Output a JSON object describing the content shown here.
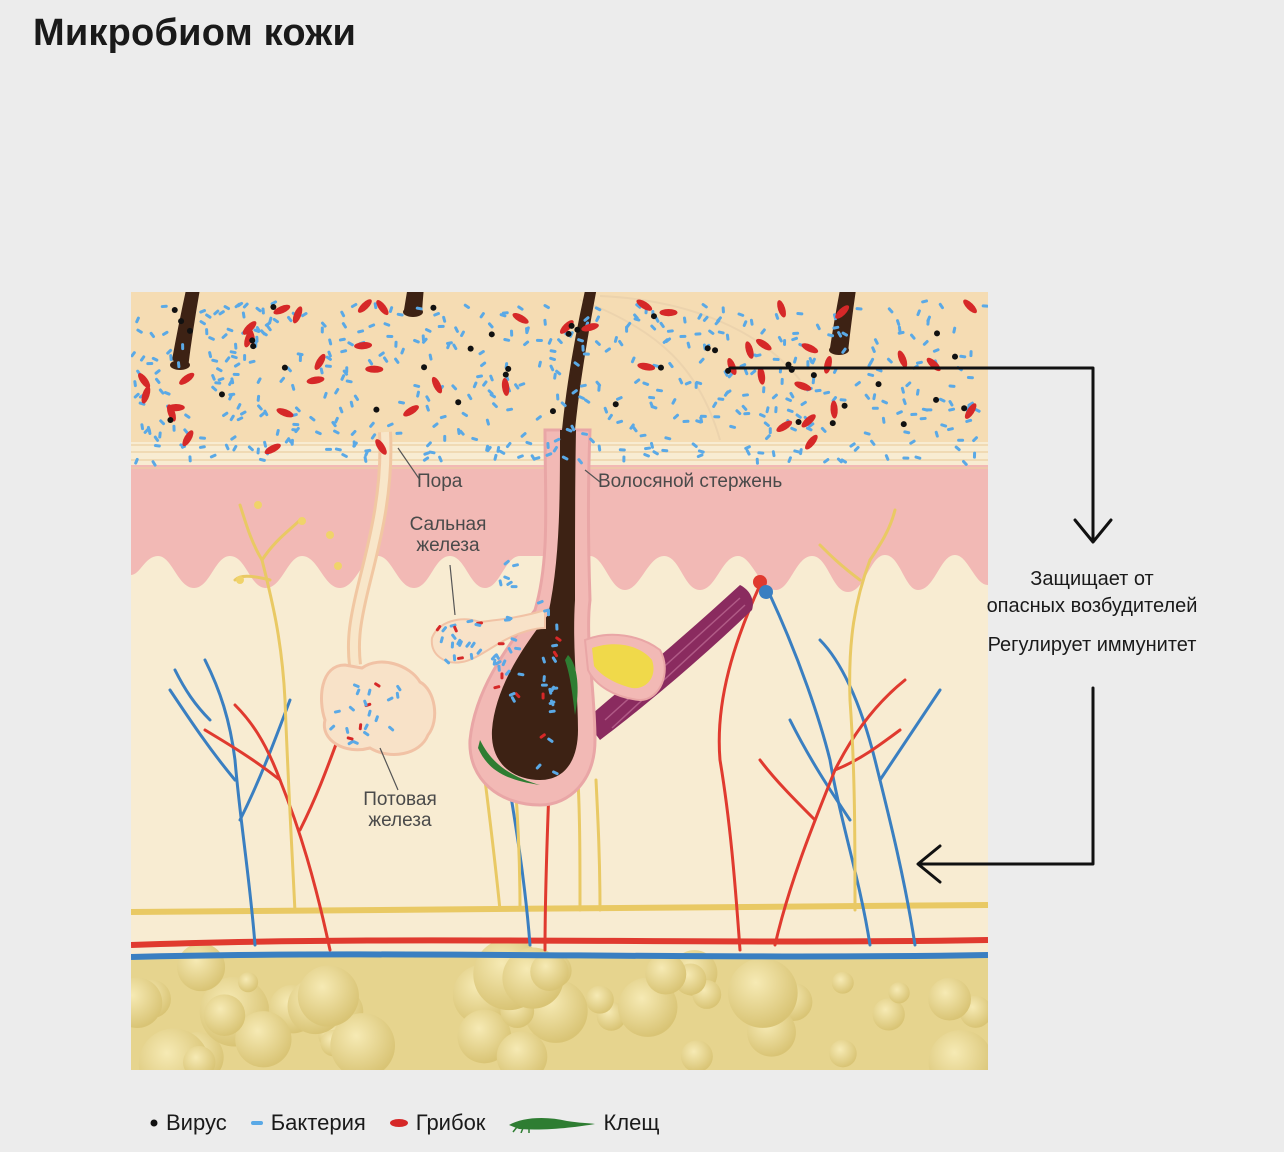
{
  "title": "Микробиом кожи",
  "labels": {
    "pore": "Пора",
    "hair_shaft": "Волосяной стержень",
    "sebaceous_line1": "Сальная",
    "sebaceous_line2": "железа",
    "sweat_line1": "Потовая",
    "sweat_line2": "железа"
  },
  "side_notes": {
    "line1": "Защищает от",
    "line2": "опасных возбудителей",
    "line3": "Регулирует иммунитет"
  },
  "legend": [
    {
      "label": "Вирус",
      "icon": "black-dot-icon",
      "color": "#111111"
    },
    {
      "label": "Бактерия",
      "icon": "blue-dash-icon",
      "color": "#5aa9e6"
    },
    {
      "label": "Грибок",
      "icon": "red-oval-icon",
      "color": "#d62828"
    },
    {
      "label": "Клещ",
      "icon": "green-mite-icon",
      "color": "#2e7d32"
    }
  ],
  "colors": {
    "epidermis": "#f5dcb3",
    "dermis_pink": "#f2b9b5",
    "dermis": "#f8ecd2",
    "fat": "#e6d48e",
    "hair": "#3d2214",
    "artery": "#e03a2f",
    "vein": "#3a7fc1",
    "nerve": "#e9c964"
  }
}
